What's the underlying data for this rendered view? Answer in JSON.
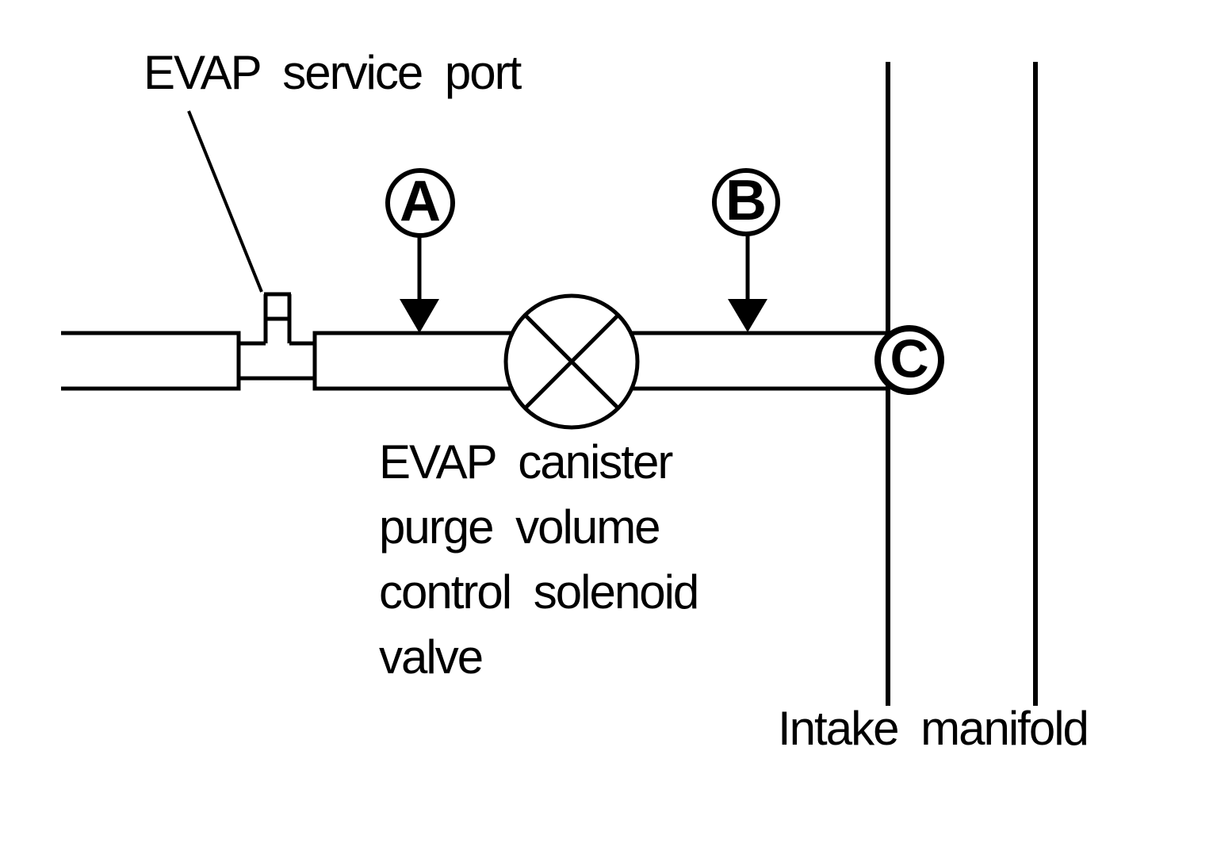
{
  "figure": {
    "labels": {
      "service_port": "EVAP service port",
      "purge_valve": {
        "lines": [
          "EVAP canister",
          "purge volume",
          "control solenoid",
          "valve"
        ]
      },
      "intake_manifold": "Intake manifold"
    },
    "markers": {
      "a": "A",
      "b": "B",
      "c": "C"
    },
    "colors": {
      "ink": "#000000",
      "background": "#ffffff"
    }
  }
}
